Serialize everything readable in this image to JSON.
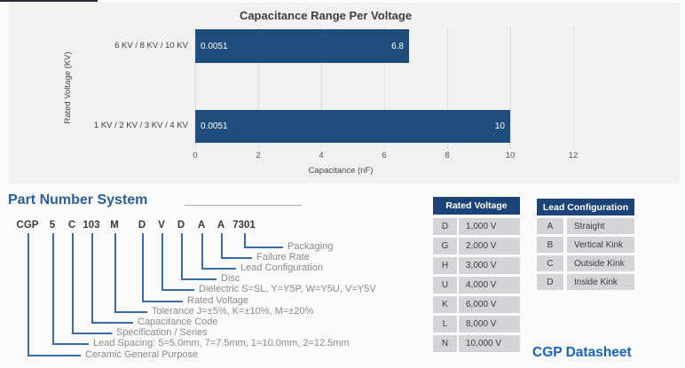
{
  "chart_data": {
    "type": "bar",
    "orientation": "horizontal",
    "title": "Capacitance Range Per Voltage",
    "xlabel": "Capacitance (nF)",
    "ylabel": "Rated Voltage  (KV)",
    "xlim": [
      0,
      12
    ],
    "xticks": [
      0,
      2,
      4,
      6,
      8,
      10,
      12
    ],
    "grid": true,
    "legend": false,
    "bar_color": "#1F4E7C",
    "categories": [
      "6 KV / 8 KV / 10 KV",
      "1 KV / 2 KV / 3 KV / 4 KV"
    ],
    "series": [
      {
        "name": "Capacitance Range",
        "range_min": [
          0.0051,
          0.0051
        ],
        "range_max": [
          6.8,
          10
        ],
        "min_labels": [
          "0.0051",
          "0.0051"
        ],
        "max_labels": [
          "6.8",
          "10"
        ]
      }
    ]
  },
  "part_number_system": {
    "heading": "Part Number System",
    "codes": [
      "CGP",
      "5",
      "C",
      "103",
      "M",
      "D",
      "V",
      "D",
      "A",
      "A",
      "7301"
    ],
    "fields": [
      {
        "code": "7301",
        "label": "Packaging"
      },
      {
        "code": "A",
        "label": "Failure Rate"
      },
      {
        "code": "A",
        "label": "Lead Configuration"
      },
      {
        "code": "D",
        "label": "Disc"
      },
      {
        "code": "V",
        "label": "Dielectric S=SL, Y=Y5P, W=Y5U, V=Y5V"
      },
      {
        "code": "D",
        "label": "Rated Voltage"
      },
      {
        "code": "M",
        "label": "Tolerance J=±5%, K=±10%, M=±20%"
      },
      {
        "code": "103",
        "label": "Capacitance Code"
      },
      {
        "code": "C",
        "label": "Specification / Series"
      },
      {
        "code": "5",
        "label": "Lead Spacing: 5=5.0mm, 7=7.5mm, 1=10.0mm, 2=12.5mm"
      },
      {
        "code": "CGP",
        "label": "Ceramic General Purpose"
      }
    ]
  },
  "tables": {
    "rated_voltage": {
      "header": "Rated Voltage",
      "rows": [
        [
          "D",
          "1,000 V"
        ],
        [
          "G",
          "2,000 V"
        ],
        [
          "H",
          "3,000 V"
        ],
        [
          "U",
          "4,000 V"
        ],
        [
          "K",
          "6,000 V"
        ],
        [
          "L",
          "8,000 V"
        ],
        [
          "N",
          "10,000 V"
        ]
      ]
    },
    "lead_configuration": {
      "header": "Lead Configuration",
      "rows": [
        [
          "A",
          "Straight"
        ],
        [
          "B",
          "Vertical Kink"
        ],
        [
          "C",
          "Outside Kink"
        ],
        [
          "D",
          "Inside Kink"
        ]
      ]
    }
  },
  "footer": {
    "datasheet_label": "CGP Datasheet"
  },
  "colors": {
    "bar": "#1F4E7C",
    "table_header": "#1C4478",
    "table_row": "#D4D4D6",
    "heading_blue": "#2B5F9C",
    "link_blue": "#1565C0",
    "diagram_line": "#3B6BA5",
    "diagram_label": "#8A8A8A"
  }
}
